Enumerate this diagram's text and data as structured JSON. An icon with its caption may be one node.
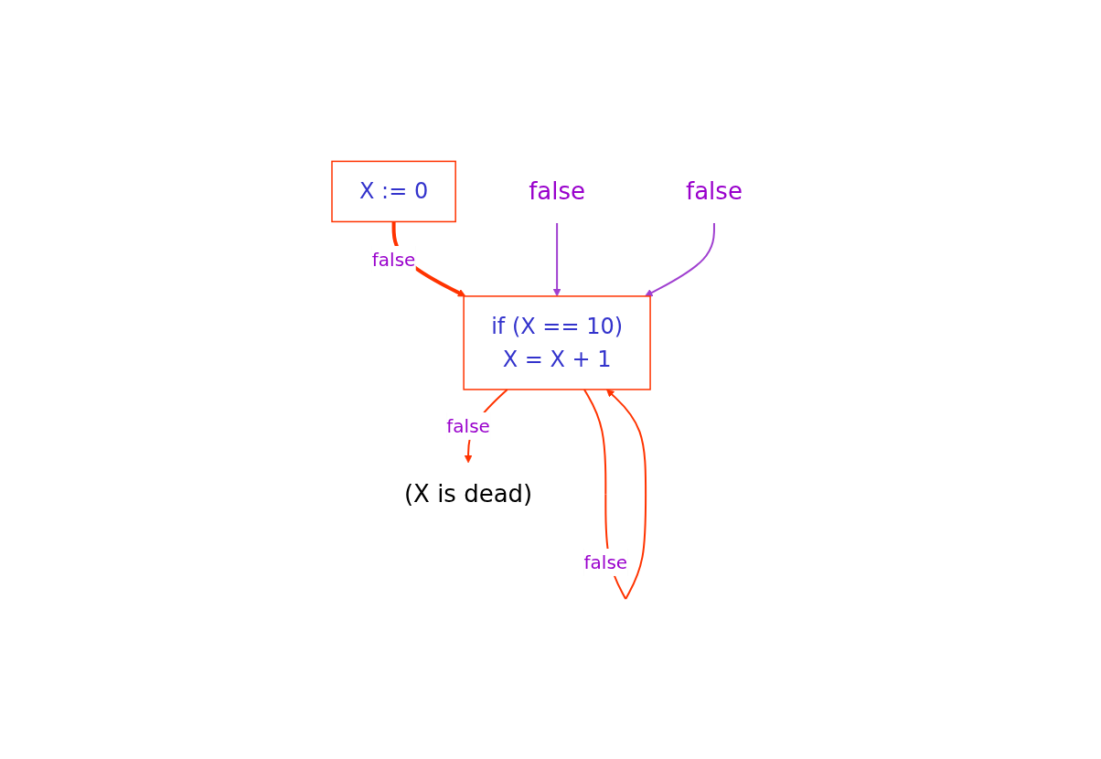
{
  "diagram": {
    "nodes": [
      {
        "text": [
          "X := 0"
        ]
      },
      {
        "text": [
          "false"
        ]
      },
      {
        "text": [
          "if (X == 10)",
          "X = X + 1"
        ]
      },
      {
        "text": [
          "false"
        ]
      },
      {
        "text": [
          "(X is dead)"
        ]
      }
    ],
    "edges": [
      {
        "from": 0,
        "to": 2,
        "arrow": "to",
        "label": "false",
        "style": "thick"
      },
      {
        "from": 2,
        "to": 2,
        "arrow": "to",
        "label": "false"
      },
      {
        "from": 2,
        "to": 4,
        "arrow": "to",
        "label": "false"
      },
      {
        "from": 1,
        "to": 2,
        "arrow": "to",
        "color": "#a040d0"
      },
      {
        "from": 3,
        "to": 2,
        "arrow": "to",
        "color": "#a040d0"
      }
    ]
  }
}
